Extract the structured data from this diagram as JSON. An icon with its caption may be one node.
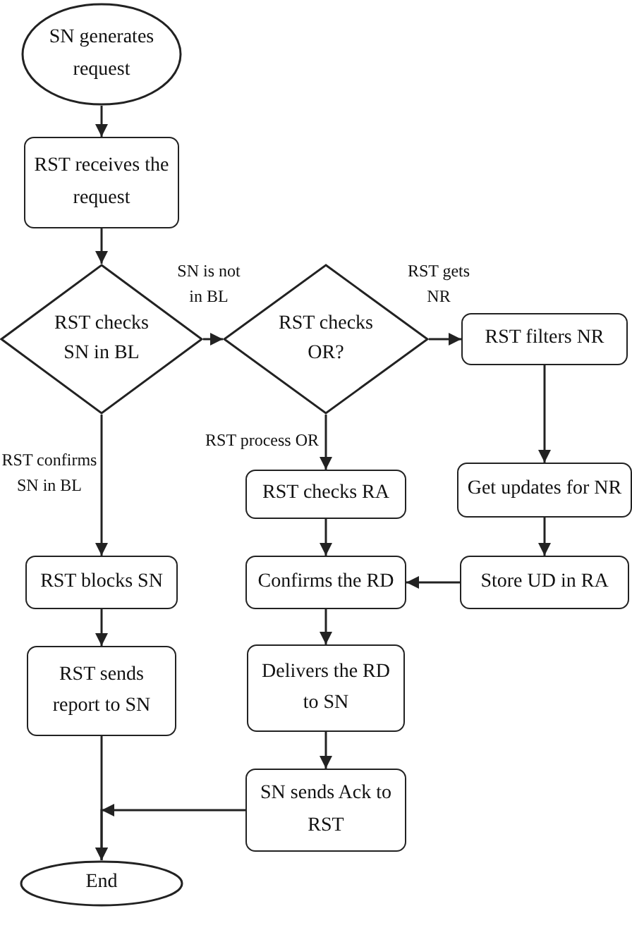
{
  "diagram": {
    "nodes": [
      {
        "text": [
          "SN generates request"
        ]
      },
      {
        "text": [
          "RST receives the request"
        ]
      },
      {
        "text": [
          "RST checks SN in BL"
        ]
      },
      {
        "text": [
          "RST checks OR?"
        ]
      },
      {
        "text": [
          "RST filters NR"
        ]
      },
      {
        "text": [
          "RST checks RA"
        ]
      },
      {
        "text": [
          "Get updates for NR"
        ]
      },
      {
        "text": [
          "RST blocks SN"
        ]
      },
      {
        "text": [
          "Confirms the RD"
        ]
      },
      {
        "text": [
          "Store UD in RA"
        ]
      },
      {
        "text": [
          "RST sends report to SN"
        ]
      },
      {
        "text": [
          "Delivers the RD to SN"
        ]
      },
      {
        "text": [
          "SN sends Ack to RST"
        ]
      },
      {
        "text": [
          "End"
        ]
      }
    ],
    "edges": [
      {
        "from": 0,
        "to": 1,
        "arrow": "to"
      },
      {
        "from": 1,
        "to": 2,
        "arrow": "to"
      },
      {
        "from": 2,
        "to": 3,
        "arrow": "to",
        "label": "SN is not in BL"
      },
      {
        "from": 3,
        "to": 4,
        "arrow": "to",
        "label": "RST gets NR"
      },
      {
        "from": 2,
        "to": 7,
        "arrow": "to",
        "label": "RST confirms SN in BL"
      },
      {
        "from": 3,
        "to": 5,
        "arrow": "to",
        "label": "RST process OR"
      },
      {
        "from": 4,
        "to": 6,
        "arrow": "to"
      },
      {
        "from": 6,
        "to": 9,
        "arrow": "to"
      },
      {
        "from": 5,
        "to": 8,
        "arrow": "to"
      },
      {
        "from": 9,
        "to": 8,
        "arrow": "to"
      },
      {
        "from": 7,
        "to": 10,
        "arrow": "to"
      },
      {
        "from": 8,
        "to": 11,
        "arrow": "to"
      },
      {
        "from": 11,
        "to": 12,
        "arrow": "to"
      },
      {
        "from": 10,
        "to": 13,
        "arrow": "to"
      },
      {
        "from": 12,
        "to": 13,
        "arrow": "to"
      }
    ]
  }
}
